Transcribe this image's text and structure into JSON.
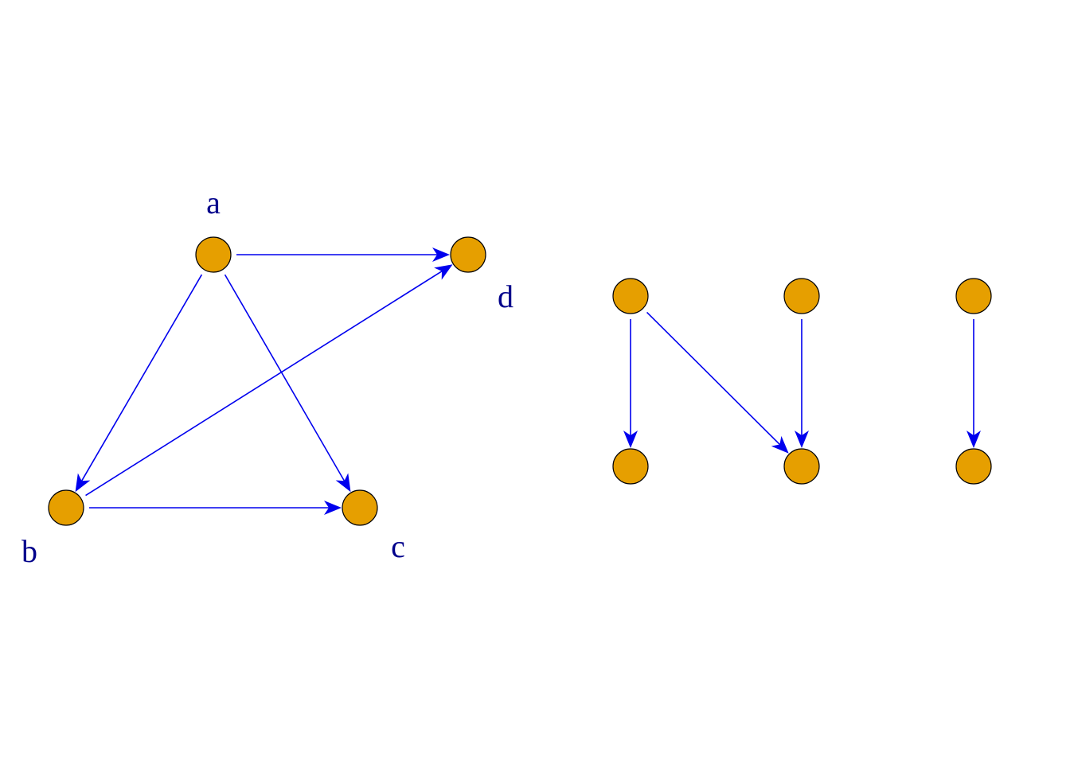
{
  "colors": {
    "node_fill": "#E69F00",
    "node_stroke": "#000000",
    "edge": "#0000EE",
    "label": "#00008B",
    "background": "#FFFFFF"
  },
  "graphs": [
    {
      "id": "left",
      "nodes": [
        {
          "id": "a",
          "label": "a"
        },
        {
          "id": "b",
          "label": "b"
        },
        {
          "id": "c",
          "label": "c"
        },
        {
          "id": "d",
          "label": "d"
        }
      ],
      "edges": [
        {
          "from": "a",
          "to": "b"
        },
        {
          "from": "a",
          "to": "c"
        },
        {
          "from": "a",
          "to": "d"
        },
        {
          "from": "b",
          "to": "c"
        },
        {
          "from": "b",
          "to": "d"
        }
      ]
    },
    {
      "id": "right",
      "nodes": [
        {
          "id": "r1",
          "label": ""
        },
        {
          "id": "r2",
          "label": ""
        },
        {
          "id": "r3",
          "label": ""
        },
        {
          "id": "r4",
          "label": ""
        },
        {
          "id": "r5",
          "label": ""
        },
        {
          "id": "r6",
          "label": ""
        }
      ],
      "edges": [
        {
          "from": "r1",
          "to": "r4"
        },
        {
          "from": "r1",
          "to": "r5"
        },
        {
          "from": "r2",
          "to": "r5"
        },
        {
          "from": "r3",
          "to": "r6"
        }
      ]
    }
  ]
}
